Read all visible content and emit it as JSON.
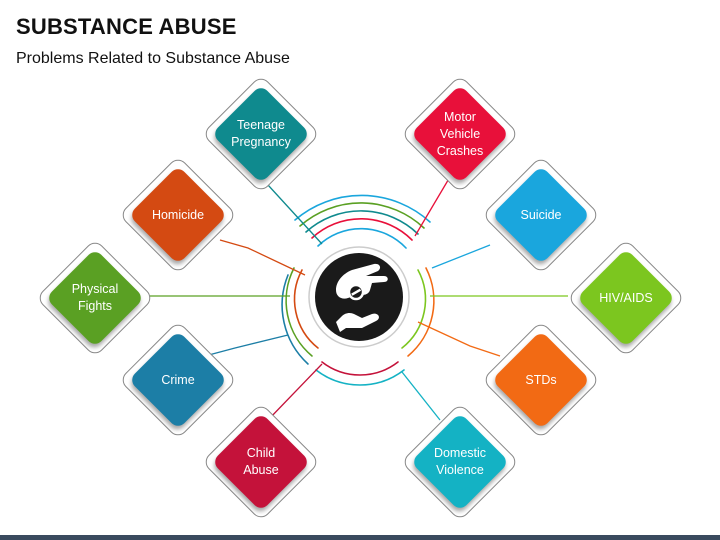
{
  "header": {
    "title": "SUBSTANCE ABUSE",
    "subtitle": "Problems Related to Substance Abuse"
  },
  "center": {
    "icon": "hand-giving-pill-icon"
  },
  "nodes": [
    {
      "id": "teenage-pregnancy",
      "label": "Teenage\nPregnancy",
      "color": "#0f8a8e"
    },
    {
      "id": "motor-vehicle-crashes",
      "label": "Motor\nVehicle\nCrashes",
      "color": "#e8103a"
    },
    {
      "id": "homicide",
      "label": "Homicide",
      "color": "#d44a12"
    },
    {
      "id": "suicide",
      "label": "Suicide",
      "color": "#1aa6dd"
    },
    {
      "id": "physical-fights",
      "label": "Physical\nFights",
      "color": "#5aa023"
    },
    {
      "id": "hiv-aids",
      "label": "HIV/AIDS",
      "color": "#7cc61f"
    },
    {
      "id": "crime",
      "label": "Crime",
      "color": "#1c7ea6"
    },
    {
      "id": "stds",
      "label": "STDs",
      "color": "#f26a14"
    },
    {
      "id": "child-abuse",
      "label": "Child\nAbuse",
      "color": "#c4123a"
    },
    {
      "id": "domestic-violence",
      "label": "Domestic\nViolence",
      "color": "#14b2c4"
    }
  ]
}
